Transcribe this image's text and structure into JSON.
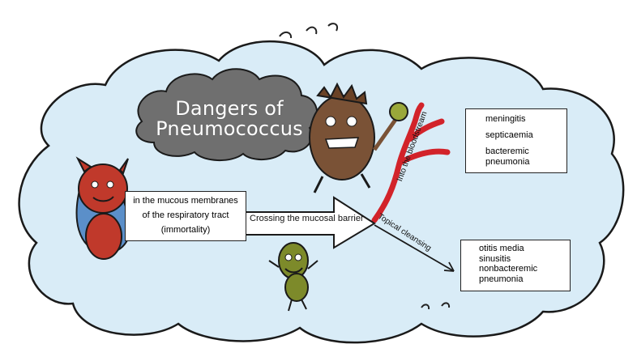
{
  "title": {
    "line1": "Dangers of",
    "line2": "Pneumococcus"
  },
  "origin_box": {
    "line1": "in the mucous membranes",
    "line2": "of the respiratory tract",
    "line3": "(immortality)"
  },
  "arrow_label": "Crossing the mucosal barrier",
  "bloodstream_label": "Into the bloodstream",
  "topical_label": "Topical cleansing",
  "bloodstream_box": {
    "items": [
      "meningitis",
      "septicaemia",
      "bacteremic",
      "pneumonia"
    ]
  },
  "topical_box": {
    "items": [
      "otitis media",
      "sinusitis",
      "nonbacteremic",
      "pneumonia"
    ]
  },
  "colors": {
    "cloud_fill": "#d9ecf7",
    "storm_cloud": "#6f6f6f",
    "red_devil": "#c0392b",
    "brown_monster": "#7a5236",
    "green_monster": "#7d8a2a",
    "blood_vessel": "#d2232a",
    "cape": "#5b8fc9"
  }
}
